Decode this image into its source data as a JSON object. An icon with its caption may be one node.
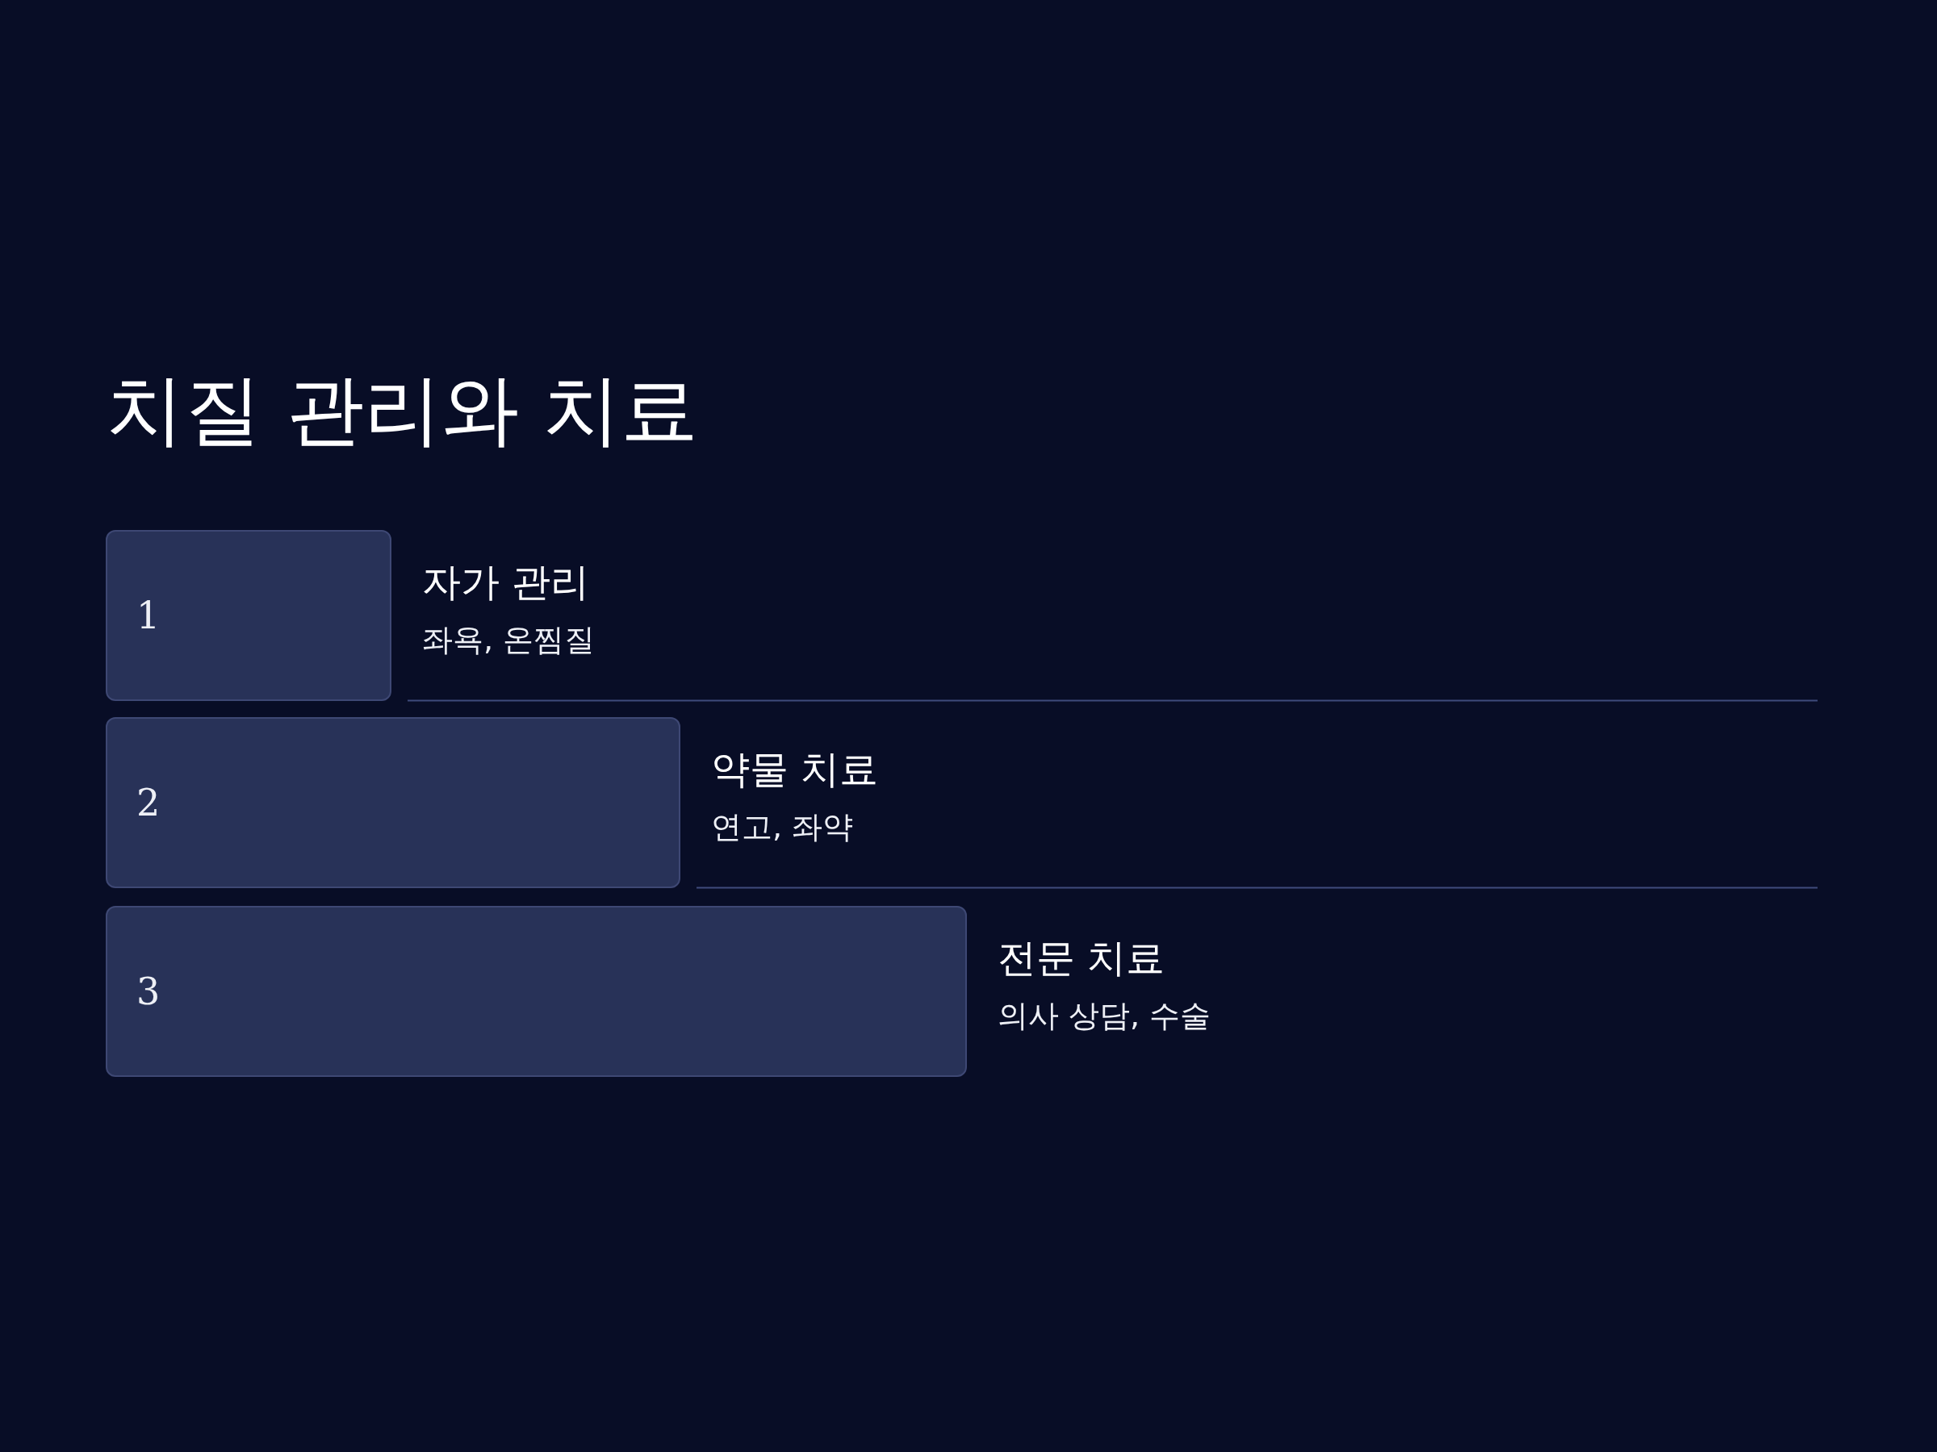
{
  "diagram": {
    "title": "치질 관리와 치료",
    "nodes": [
      {
        "text": [
          "1"
        ],
        "beside": [
          "자가 관리",
          "좌욕, 온찜질"
        ]
      },
      {
        "text": [
          "2"
        ],
        "beside": [
          "약물 치료",
          "연고, 좌약"
        ]
      },
      {
        "text": [
          "3"
        ],
        "beside": [
          "전문 치료",
          "의사 상담, 수술"
        ]
      }
    ]
  }
}
